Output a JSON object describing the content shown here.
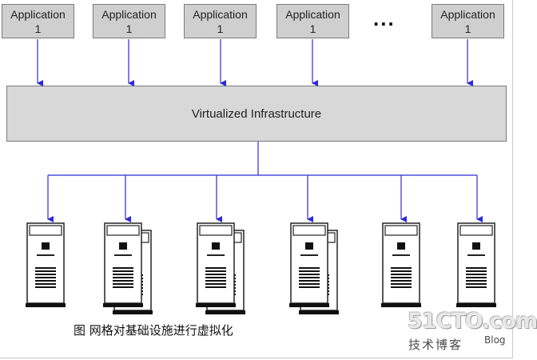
{
  "applications": [
    {
      "line1": "Application",
      "line2": "1"
    },
    {
      "line1": "Application",
      "line2": "1"
    },
    {
      "line1": "Application",
      "line2": "1"
    },
    {
      "line1": "Application",
      "line2": "1"
    },
    {
      "line1": "Application",
      "line2": "1"
    }
  ],
  "ellipsis": "...",
  "infrastructure_label": "Virtualized Infrastructure",
  "caption": "图 网格对基础设施进行虚拟化",
  "watermark": {
    "main": "51CTO.com",
    "sub": "技术博客",
    "blog": "Blog"
  },
  "colors": {
    "arrow": "#2b2bd8",
    "box_fill": "#cfcfcf",
    "infra_fill": "#d8d8d8"
  },
  "servers": [
    {
      "icon": "single-server-icon"
    },
    {
      "icon": "stacked-server-icon"
    },
    {
      "icon": "stacked-server-icon"
    },
    {
      "icon": "stacked-server-icon"
    },
    {
      "icon": "single-server-icon"
    },
    {
      "icon": "single-server-icon"
    }
  ]
}
